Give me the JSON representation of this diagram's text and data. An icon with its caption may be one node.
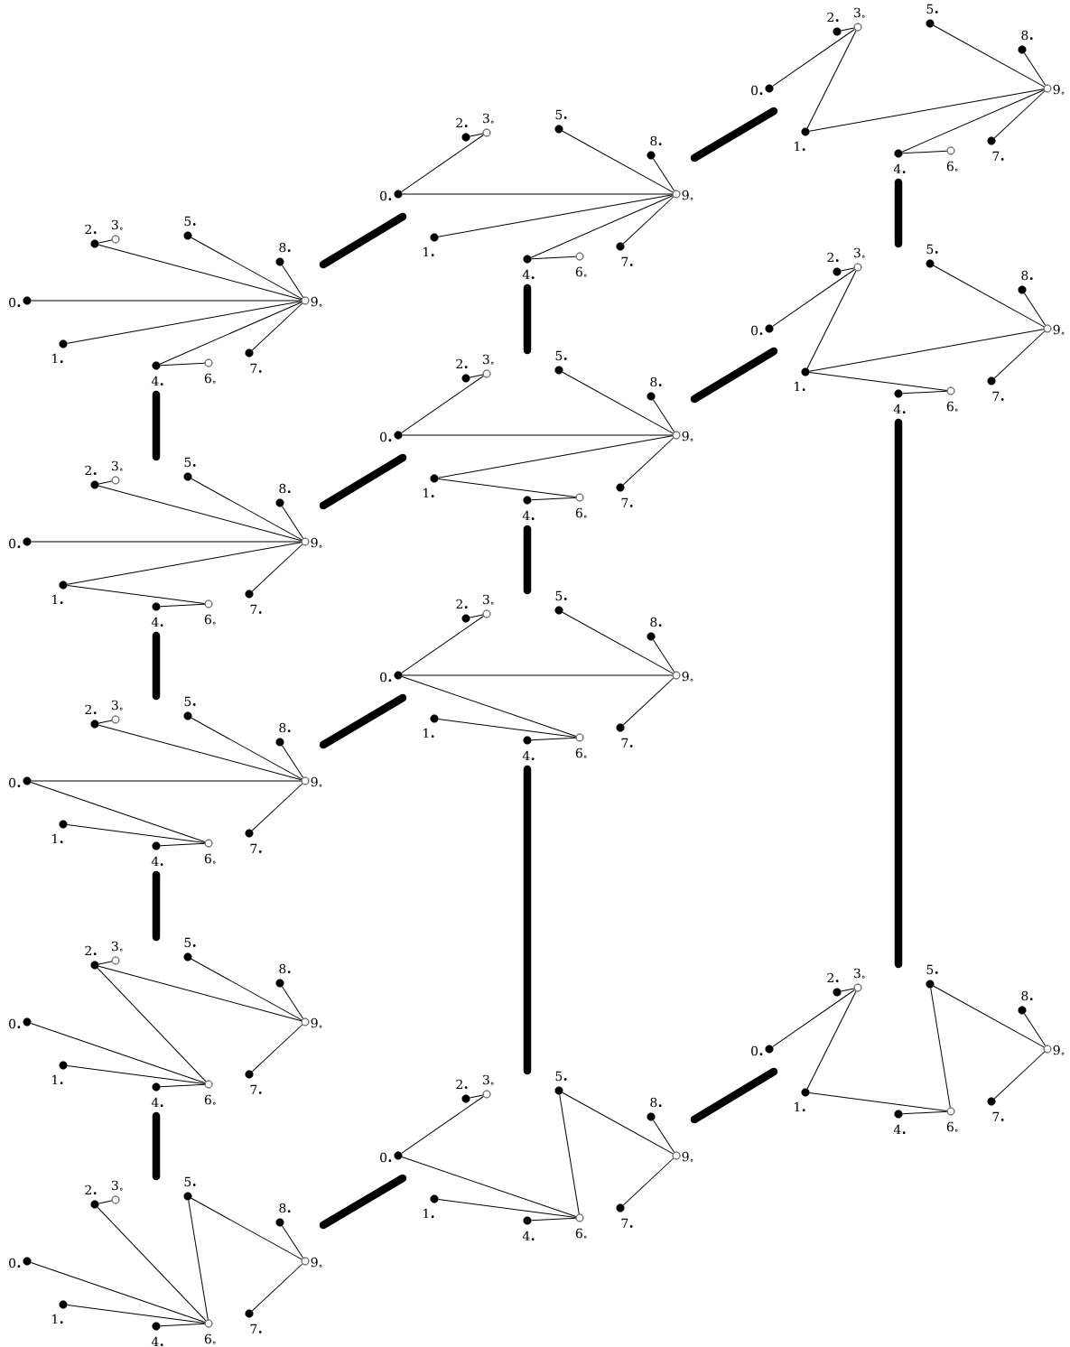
{
  "diagram": {
    "nodes": [
      {
        "text": [],
        "shape": "picture"
      },
      {
        "text": [],
        "shape": "dot",
        "beside": [
          "0$_{•}$"
        ],
        "in": 0
      },
      {
        "text": [],
        "shape": "dot",
        "beside": [
          "1$_{•}$"
        ],
        "in": 0
      },
      {
        "text": [],
        "shape": "dot",
        "beside": [
          "2$_{•}$"
        ],
        "in": 0
      },
      {
        "text": [],
        "shape": "circle",
        "beside": [
          "3$_{∘}$"
        ],
        "in": 0
      },
      {
        "text": [],
        "shape": "dot",
        "beside": [
          "4$_{•}$"
        ],
        "in": 0
      },
      {
        "text": [],
        "shape": "dot",
        "beside": [
          "5$_{•}$"
        ],
        "in": 0
      },
      {
        "text": [],
        "shape": "circle",
        "beside": [
          "6$_{∘}$"
        ],
        "in": 0
      },
      {
        "text": [],
        "shape": "dot",
        "beside": [
          "7$_{•}$"
        ],
        "in": 0
      },
      {
        "text": [],
        "shape": "dot",
        "beside": [
          "8$_{•}$"
        ],
        "in": 0
      },
      {
        "text": [],
        "shape": "circle",
        "beside": [
          "9$_{∘}$"
        ],
        "in": 0
      },
      {
        "text": [],
        "shape": "picture"
      },
      {
        "text": [],
        "shape": "dot",
        "beside": [
          "0$_{•}$"
        ],
        "in": 11
      },
      {
        "text": [],
        "shape": "dot",
        "beside": [
          "1$_{•}$"
        ],
        "in": 11
      },
      {
        "text": [],
        "shape": "dot",
        "beside": [
          "2$_{•}$"
        ],
        "in": 11
      },
      {
        "text": [],
        "shape": "circle",
        "beside": [
          "3$_{∘}$"
        ],
        "in": 11
      },
      {
        "text": [],
        "shape": "dot",
        "beside": [
          "4$_{•}$"
        ],
        "in": 11
      },
      {
        "text": [],
        "shape": "dot",
        "beside": [
          "5$_{•}$"
        ],
        "in": 11
      },
      {
        "text": [],
        "shape": "circle",
        "beside": [
          "6$_{∘}$"
        ],
        "in": 11
      },
      {
        "text": [],
        "shape": "dot",
        "beside": [
          "7$_{•}$"
        ],
        "in": 11
      },
      {
        "text": [],
        "shape": "dot",
        "beside": [
          "8$_{•}$"
        ],
        "in": 11
      },
      {
        "text": [],
        "shape": "circle",
        "beside": [
          "9$_{∘}$"
        ],
        "in": 11
      },
      {
        "text": [],
        "shape": "picture"
      },
      {
        "text": [],
        "shape": "dot",
        "beside": [
          "0$_{•}$"
        ],
        "in": 22
      },
      {
        "text": [],
        "shape": "dot",
        "beside": [
          "1$_{•}$"
        ],
        "in": 22
      },
      {
        "text": [],
        "shape": "dot",
        "beside": [
          "2$_{•}$"
        ],
        "in": 22
      },
      {
        "text": [],
        "shape": "circle",
        "beside": [
          "3$_{∘}$"
        ],
        "in": 22
      },
      {
        "text": [],
        "shape": "dot",
        "beside": [
          "4$_{•}$"
        ],
        "in": 22
      },
      {
        "text": [],
        "shape": "dot",
        "beside": [
          "5$_{•}$"
        ],
        "in": 22
      },
      {
        "text": [],
        "shape": "circle",
        "beside": [
          "6$_{∘}$"
        ],
        "in": 22
      },
      {
        "text": [],
        "shape": "dot",
        "beside": [
          "7$_{•}$"
        ],
        "in": 22
      },
      {
        "text": [],
        "shape": "dot",
        "beside": [
          "8$_{•}$"
        ],
        "in": 22
      },
      {
        "text": [],
        "shape": "circle",
        "beside": [
          "9$_{∘}$"
        ],
        "in": 22
      },
      {
        "text": [],
        "shape": "picture"
      },
      {
        "text": [],
        "shape": "dot",
        "beside": [
          "0$_{•}$"
        ],
        "in": 33
      },
      {
        "text": [],
        "shape": "dot",
        "beside": [
          "1$_{•}$"
        ],
        "in": 33
      },
      {
        "text": [],
        "shape": "dot",
        "beside": [
          "2$_{•}$"
        ],
        "in": 33
      },
      {
        "text": [],
        "shape": "circle",
        "beside": [
          "3$_{∘}$"
        ],
        "in": 33
      },
      {
        "text": [],
        "shape": "dot",
        "beside": [
          "4$_{•}$"
        ],
        "in": 33
      },
      {
        "text": [],
        "shape": "dot",
        "beside": [
          "5$_{•}$"
        ],
        "in": 33
      },
      {
        "text": [],
        "shape": "circle",
        "beside": [
          "6$_{∘}$"
        ],
        "in": 33
      },
      {
        "text": [],
        "shape": "dot",
        "beside": [
          "7$_{•}$"
        ],
        "in": 33
      },
      {
        "text": [],
        "shape": "dot",
        "beside": [
          "8$_{•}$"
        ],
        "in": 33
      },
      {
        "text": [],
        "shape": "circle",
        "beside": [
          "9$_{∘}$"
        ],
        "in": 33
      },
      {
        "text": [],
        "shape": "picture"
      },
      {
        "text": [],
        "shape": "dot",
        "beside": [
          "0$_{•}$"
        ],
        "in": 44
      },
      {
        "text": [],
        "shape": "dot",
        "beside": [
          "1$_{•}$"
        ],
        "in": 44
      },
      {
        "text": [],
        "shape": "dot",
        "beside": [
          "2$_{•}$"
        ],
        "in": 44
      },
      {
        "text": [],
        "shape": "circle",
        "beside": [
          "3$_{∘}$"
        ],
        "in": 44
      },
      {
        "text": [],
        "shape": "dot",
        "beside": [
          "4$_{•}$"
        ],
        "in": 44
      },
      {
        "text": [],
        "shape": "dot",
        "beside": [
          "5$_{•}$"
        ],
        "in": 44
      },
      {
        "text": [],
        "shape": "circle",
        "beside": [
          "6$_{∘}$"
        ],
        "in": 44
      },
      {
        "text": [],
        "shape": "dot",
        "beside": [
          "7$_{•}$"
        ],
        "in": 44
      },
      {
        "text": [],
        "shape": "dot",
        "beside": [
          "8$_{•}$"
        ],
        "in": 44
      },
      {
        "text": [],
        "shape": "circle",
        "beside": [
          "9$_{∘}$"
        ],
        "in": 44
      },
      {
        "text": [],
        "shape": "picture"
      },
      {
        "text": [],
        "shape": "dot",
        "beside": [
          "0$_{•}$"
        ],
        "in": 55
      },
      {
        "text": [],
        "shape": "dot",
        "beside": [
          "1$_{•}$"
        ],
        "in": 55
      },
      {
        "text": [],
        "shape": "dot",
        "beside": [
          "2$_{•}$"
        ],
        "in": 55
      },
      {
        "text": [],
        "shape": "circle",
        "beside": [
          "3$_{∘}$"
        ],
        "in": 55
      },
      {
        "text": [],
        "shape": "dot",
        "beside": [
          "4$_{•}$"
        ],
        "in": 55
      },
      {
        "text": [],
        "shape": "dot",
        "beside": [
          "5$_{•}$"
        ],
        "in": 55
      },
      {
        "text": [],
        "shape": "circle",
        "beside": [
          "6$_{∘}$"
        ],
        "in": 55
      },
      {
        "text": [],
        "shape": "dot",
        "beside": [
          "7$_{•}$"
        ],
        "in": 55
      },
      {
        "text": [],
        "shape": "dot",
        "beside": [
          "8$_{•}$"
        ],
        "in": 55
      },
      {
        "text": [],
        "shape": "circle",
        "beside": [
          "9$_{∘}$"
        ],
        "in": 55
      },
      {
        "text": [],
        "shape": "picture"
      },
      {
        "text": [],
        "shape": "dot",
        "beside": [
          "0$_{•}$"
        ],
        "in": 66
      },
      {
        "text": [],
        "shape": "dot",
        "beside": [
          "1$_{•}$"
        ],
        "in": 66
      },
      {
        "text": [],
        "shape": "dot",
        "beside": [
          "2$_{•}$"
        ],
        "in": 66
      },
      {
        "text": [],
        "shape": "circle",
        "beside": [
          "3$_{∘}$"
        ],
        "in": 66
      },
      {
        "text": [],
        "shape": "dot",
        "beside": [
          "4$_{•}$"
        ],
        "in": 66
      },
      {
        "text": [],
        "shape": "dot",
        "beside": [
          "5$_{•}$"
        ],
        "in": 66
      },
      {
        "text": [],
        "shape": "circle",
        "beside": [
          "6$_{∘}$"
        ],
        "in": 66
      },
      {
        "text": [],
        "shape": "dot",
        "beside": [
          "7$_{•}$"
        ],
        "in": 66
      },
      {
        "text": [],
        "shape": "dot",
        "beside": [
          "8$_{•}$"
        ],
        "in": 66
      },
      {
        "text": [],
        "shape": "circle",
        "beside": [
          "9$_{∘}$"
        ],
        "in": 66
      },
      {
        "text": [],
        "shape": "picture"
      },
      {
        "text": [],
        "shape": "dot",
        "beside": [
          "0$_{•}$"
        ],
        "in": 77
      },
      {
        "text": [],
        "shape": "dot",
        "beside": [
          "1$_{•}$"
        ],
        "in": 77
      },
      {
        "text": [],
        "shape": "dot",
        "beside": [
          "2$_{•}$"
        ],
        "in": 77
      },
      {
        "text": [],
        "shape": "circle",
        "beside": [
          "3$_{∘}$"
        ],
        "in": 77
      },
      {
        "text": [],
        "shape": "dot",
        "beside": [
          "4$_{•}$"
        ],
        "in": 77
      },
      {
        "text": [],
        "shape": "dot",
        "beside": [
          "5$_{•}$"
        ],
        "in": 77
      },
      {
        "text": [],
        "shape": "circle",
        "beside": [
          "6$_{∘}$"
        ],
        "in": 77
      },
      {
        "text": [],
        "shape": "dot",
        "beside": [
          "7$_{•}$"
        ],
        "in": 77
      },
      {
        "text": [],
        "shape": "dot",
        "beside": [
          "8$_{•}$"
        ],
        "in": 77
      },
      {
        "text": [],
        "shape": "circle",
        "beside": [
          "9$_{∘}$"
        ],
        "in": 77
      },
      {
        "text": [],
        "shape": "picture"
      },
      {
        "text": [],
        "shape": "dot",
        "beside": [
          "0$_{•}$"
        ],
        "in": 88
      },
      {
        "text": [],
        "shape": "dot",
        "beside": [
          "1$_{•}$"
        ],
        "in": 88
      },
      {
        "text": [],
        "shape": "dot",
        "beside": [
          "2$_{•}$"
        ],
        "in": 88
      },
      {
        "text": [],
        "shape": "circle",
        "beside": [
          "3$_{∘}$"
        ],
        "in": 88
      },
      {
        "text": [],
        "shape": "dot",
        "beside": [
          "4$_{•}$"
        ],
        "in": 88
      },
      {
        "text": [],
        "shape": "dot",
        "beside": [
          "5$_{•}$"
        ],
        "in": 88
      },
      {
        "text": [],
        "shape": "circle",
        "beside": [
          "6$_{∘}$"
        ],
        "in": 88
      },
      {
        "text": [],
        "shape": "dot",
        "beside": [
          "7$_{•}$"
        ],
        "in": 88
      },
      {
        "text": [],
        "shape": "dot",
        "beside": [
          "8$_{•}$"
        ],
        "in": 88
      },
      {
        "text": [],
        "shape": "circle",
        "beside": [
          "9$_{∘}$"
        ],
        "in": 88
      },
      {
        "text": [],
        "shape": "picture"
      },
      {
        "text": [],
        "shape": "dot",
        "beside": [
          "0$_{•}$"
        ],
        "in": 99
      },
      {
        "text": [],
        "shape": "dot",
        "beside": [
          "1$_{•}$"
        ],
        "in": 99
      },
      {
        "text": [],
        "shape": "dot",
        "beside": [
          "2$_{•}$"
        ],
        "in": 99
      },
      {
        "text": [],
        "shape": "circle",
        "beside": [
          "3$_{∘}$"
        ],
        "in": 99
      },
      {
        "text": [],
        "shape": "dot",
        "beside": [
          "4$_{•}$"
        ],
        "in": 99
      },
      {
        "text": [],
        "shape": "dot",
        "beside": [
          "5$_{•}$"
        ],
        "in": 99
      },
      {
        "text": [],
        "shape": "circle",
        "beside": [
          "6$_{∘}$"
        ],
        "in": 99
      },
      {
        "text": [],
        "shape": "dot",
        "beside": [
          "7$_{•}$"
        ],
        "in": 99
      },
      {
        "text": [],
        "shape": "dot",
        "beside": [
          "8$_{•}$"
        ],
        "in": 99
      },
      {
        "text": [],
        "shape": "circle",
        "beside": [
          "9$_{∘}$"
        ],
        "in": 99
      },
      {
        "text": [],
        "shape": "picture"
      },
      {
        "text": [],
        "shape": "dot",
        "beside": [
          "0$_{•}$"
        ],
        "in": 110
      },
      {
        "text": [],
        "shape": "dot",
        "beside": [
          "1$_{•}$"
        ],
        "in": 110
      },
      {
        "text": [],
        "shape": "dot",
        "beside": [
          "2$_{•}$"
        ],
        "in": 110
      },
      {
        "text": [],
        "shape": "circle",
        "beside": [
          "3$_{∘}$"
        ],
        "in": 110
      },
      {
        "text": [],
        "shape": "dot",
        "beside": [
          "4$_{•}$"
        ],
        "in": 110
      },
      {
        "text": [],
        "shape": "dot",
        "beside": [
          "5$_{•}$"
        ],
        "in": 110
      },
      {
        "text": [],
        "shape": "circle",
        "beside": [
          "6$_{∘}$"
        ],
        "in": 110
      },
      {
        "text": [],
        "shape": "dot",
        "beside": [
          "7$_{•}$"
        ],
        "in": 110
      },
      {
        "text": [],
        "shape": "dot",
        "beside": [
          "8$_{•}$"
        ],
        "in": 110
      },
      {
        "text": [],
        "shape": "circle",
        "beside": [
          "9$_{∘}$"
        ],
        "in": 110
      },
      {
        "text": [],
        "shape": "picture"
      },
      {
        "text": [],
        "shape": "dot",
        "beside": [
          "0$_{•}$"
        ],
        "in": 121
      },
      {
        "text": [],
        "shape": "dot",
        "beside": [
          "1$_{•}$"
        ],
        "in": 121
      },
      {
        "text": [],
        "shape": "dot",
        "beside": [
          "2$_{•}$"
        ],
        "in": 121
      },
      {
        "text": [],
        "shape": "circle",
        "beside": [
          "3$_{∘}$"
        ],
        "in": 121
      },
      {
        "text": [],
        "shape": "dot",
        "beside": [
          "4$_{•}$"
        ],
        "in": 121
      },
      {
        "text": [],
        "shape": "dot",
        "beside": [
          "5$_{•}$"
        ],
        "in": 121
      },
      {
        "text": [],
        "shape": "circle",
        "beside": [
          "6$_{∘}$"
        ],
        "in": 121
      },
      {
        "text": [],
        "shape": "dot",
        "beside": [
          "7$_{•}$"
        ],
        "in": 121
      },
      {
        "text": [],
        "shape": "dot",
        "beside": [
          "8$_{•}$"
        ],
        "in": 121
      },
      {
        "text": [],
        "shape": "circle",
        "beside": [
          "9$_{∘}$"
        ],
        "in": 121
      }
    ],
    "edges": [
      {
        "from": 3,
        "to": 4,
        "arrow": "none"
      },
      {
        "from": 3,
        "to": 10,
        "arrow": "none"
      },
      {
        "from": 6,
        "to": 10,
        "arrow": "none"
      },
      {
        "from": 9,
        "to": 10,
        "arrow": "none"
      },
      {
        "from": 1,
        "to": 10,
        "arrow": "none"
      },
      {
        "from": 2,
        "to": 10,
        "arrow": "none"
      },
      {
        "from": 5,
        "to": 10,
        "arrow": "none"
      },
      {
        "from": 5,
        "to": 7,
        "arrow": "none"
      },
      {
        "from": 8,
        "to": 10,
        "arrow": "none"
      },
      {
        "from": 14,
        "to": 15,
        "arrow": "none"
      },
      {
        "from": 14,
        "to": 21,
        "arrow": "none"
      },
      {
        "from": 17,
        "to": 21,
        "arrow": "none"
      },
      {
        "from": 20,
        "to": 21,
        "arrow": "none"
      },
      {
        "from": 12,
        "to": 21,
        "arrow": "none"
      },
      {
        "from": 13,
        "to": 21,
        "arrow": "none"
      },
      {
        "from": 13,
        "to": 18,
        "arrow": "none"
      },
      {
        "from": 16,
        "to": 18,
        "arrow": "none"
      },
      {
        "from": 19,
        "to": 21,
        "arrow": "none"
      },
      {
        "from": 25,
        "to": 26,
        "arrow": "none"
      },
      {
        "from": 25,
        "to": 32,
        "arrow": "none"
      },
      {
        "from": 28,
        "to": 32,
        "arrow": "none"
      },
      {
        "from": 31,
        "to": 32,
        "arrow": "none"
      },
      {
        "from": 23,
        "to": 32,
        "arrow": "none"
      },
      {
        "from": 23,
        "to": 29,
        "arrow": "none"
      },
      {
        "from": 24,
        "to": 29,
        "arrow": "none"
      },
      {
        "from": 27,
        "to": 29,
        "arrow": "none"
      },
      {
        "from": 30,
        "to": 32,
        "arrow": "none"
      },
      {
        "from": 36,
        "to": 37,
        "arrow": "none"
      },
      {
        "from": 36,
        "to": 43,
        "arrow": "none"
      },
      {
        "from": 36,
        "to": 40,
        "arrow": "none"
      },
      {
        "from": 39,
        "to": 43,
        "arrow": "none"
      },
      {
        "from": 42,
        "to": 43,
        "arrow": "none"
      },
      {
        "from": 34,
        "to": 40,
        "arrow": "none"
      },
      {
        "from": 35,
        "to": 40,
        "arrow": "none"
      },
      {
        "from": 38,
        "to": 40,
        "arrow": "none"
      },
      {
        "from": 41,
        "to": 43,
        "arrow": "none"
      },
      {
        "from": 47,
        "to": 48,
        "arrow": "none"
      },
      {
        "from": 47,
        "to": 51,
        "arrow": "none"
      },
      {
        "from": 50,
        "to": 51,
        "arrow": "none"
      },
      {
        "from": 50,
        "to": 54,
        "arrow": "none"
      },
      {
        "from": 53,
        "to": 54,
        "arrow": "none"
      },
      {
        "from": 45,
        "to": 51,
        "arrow": "none"
      },
      {
        "from": 46,
        "to": 51,
        "arrow": "none"
      },
      {
        "from": 49,
        "to": 51,
        "arrow": "none"
      },
      {
        "from": 52,
        "to": 54,
        "arrow": "none"
      },
      {
        "from": 58,
        "to": 59,
        "arrow": "none"
      },
      {
        "from": 56,
        "to": 59,
        "arrow": "none"
      },
      {
        "from": 56,
        "to": 65,
        "arrow": "none"
      },
      {
        "from": 57,
        "to": 65,
        "arrow": "none"
      },
      {
        "from": 60,
        "to": 65,
        "arrow": "none"
      },
      {
        "from": 60,
        "to": 62,
        "arrow": "none"
      },
      {
        "from": 61,
        "to": 65,
        "arrow": "none"
      },
      {
        "from": 64,
        "to": 65,
        "arrow": "none"
      },
      {
        "from": 63,
        "to": 65,
        "arrow": "none"
      },
      {
        "from": 69,
        "to": 70,
        "arrow": "none"
      },
      {
        "from": 67,
        "to": 70,
        "arrow": "none"
      },
      {
        "from": 67,
        "to": 76,
        "arrow": "none"
      },
      {
        "from": 68,
        "to": 76,
        "arrow": "none"
      },
      {
        "from": 68,
        "to": 73,
        "arrow": "none"
      },
      {
        "from": 71,
        "to": 73,
        "arrow": "none"
      },
      {
        "from": 72,
        "to": 76,
        "arrow": "none"
      },
      {
        "from": 75,
        "to": 76,
        "arrow": "none"
      },
      {
        "from": 74,
        "to": 76,
        "arrow": "none"
      },
      {
        "from": 80,
        "to": 81,
        "arrow": "none"
      },
      {
        "from": 78,
        "to": 81,
        "arrow": "none"
      },
      {
        "from": 78,
        "to": 87,
        "arrow": "none"
      },
      {
        "from": 78,
        "to": 84,
        "arrow": "none"
      },
      {
        "from": 79,
        "to": 84,
        "arrow": "none"
      },
      {
        "from": 82,
        "to": 84,
        "arrow": "none"
      },
      {
        "from": 83,
        "to": 87,
        "arrow": "none"
      },
      {
        "from": 86,
        "to": 87,
        "arrow": "none"
      },
      {
        "from": 85,
        "to": 87,
        "arrow": "none"
      },
      {
        "from": 91,
        "to": 92,
        "arrow": "none"
      },
      {
        "from": 89,
        "to": 92,
        "arrow": "none"
      },
      {
        "from": 89,
        "to": 95,
        "arrow": "none"
      },
      {
        "from": 94,
        "to": 95,
        "arrow": "none"
      },
      {
        "from": 94,
        "to": 98,
        "arrow": "none"
      },
      {
        "from": 97,
        "to": 98,
        "arrow": "none"
      },
      {
        "from": 90,
        "to": 95,
        "arrow": "none"
      },
      {
        "from": 93,
        "to": 95,
        "arrow": "none"
      },
      {
        "from": 96,
        "to": 98,
        "arrow": "none"
      },
      {
        "from": 102,
        "to": 103,
        "arrow": "none"
      },
      {
        "from": 100,
        "to": 103,
        "arrow": "none"
      },
      {
        "from": 101,
        "to": 103,
        "arrow": "none"
      },
      {
        "from": 101,
        "to": 109,
        "arrow": "none"
      },
      {
        "from": 104,
        "to": 109,
        "arrow": "none"
      },
      {
        "from": 104,
        "to": 106,
        "arrow": "none"
      },
      {
        "from": 105,
        "to": 109,
        "arrow": "none"
      },
      {
        "from": 108,
        "to": 109,
        "arrow": "none"
      },
      {
        "from": 107,
        "to": 109,
        "arrow": "none"
      },
      {
        "from": 113,
        "to": 114,
        "arrow": "none"
      },
      {
        "from": 111,
        "to": 114,
        "arrow": "none"
      },
      {
        "from": 112,
        "to": 114,
        "arrow": "none"
      },
      {
        "from": 112,
        "to": 120,
        "arrow": "none"
      },
      {
        "from": 112,
        "to": 117,
        "arrow": "none"
      },
      {
        "from": 115,
        "to": 117,
        "arrow": "none"
      },
      {
        "from": 116,
        "to": 120,
        "arrow": "none"
      },
      {
        "from": 119,
        "to": 120,
        "arrow": "none"
      },
      {
        "from": 118,
        "to": 120,
        "arrow": "none"
      },
      {
        "from": 124,
        "to": 125,
        "arrow": "none"
      },
      {
        "from": 122,
        "to": 125,
        "arrow": "none"
      },
      {
        "from": 123,
        "to": 125,
        "arrow": "none"
      },
      {
        "from": 123,
        "to": 128,
        "arrow": "none"
      },
      {
        "from": 126,
        "to": 128,
        "arrow": "none"
      },
      {
        "from": 127,
        "to": 128,
        "arrow": "none"
      },
      {
        "from": 127,
        "to": 131,
        "arrow": "none"
      },
      {
        "from": 130,
        "to": 131,
        "arrow": "none"
      },
      {
        "from": 129,
        "to": 131,
        "arrow": "none"
      },
      {
        "from": 0,
        "to": 11,
        "arrow": "none",
        "style": "thick"
      },
      {
        "from": 11,
        "to": 22,
        "arrow": "none",
        "style": "thick"
      },
      {
        "from": 22,
        "to": 33,
        "arrow": "none",
        "style": "thick"
      },
      {
        "from": 33,
        "to": 44,
        "arrow": "none",
        "style": "thick"
      },
      {
        "from": 0,
        "to": 55,
        "arrow": "none",
        "style": "thick"
      },
      {
        "from": 11,
        "to": 66,
        "arrow": "none",
        "style": "thick"
      },
      {
        "from": 22,
        "to": 77,
        "arrow": "none",
        "style": "thick"
      },
      {
        "from": 44,
        "to": 88,
        "arrow": "none",
        "style": "thick"
      },
      {
        "from": 55,
        "to": 66,
        "arrow": "none",
        "style": "thick"
      },
      {
        "from": 66,
        "to": 77,
        "arrow": "none",
        "style": "thick"
      },
      {
        "from": 77,
        "to": 88,
        "arrow": "none",
        "style": "thick"
      },
      {
        "from": 55,
        "to": 99,
        "arrow": "none",
        "style": "thick"
      },
      {
        "from": 66,
        "to": 110,
        "arrow": "none",
        "style": "thick"
      },
      {
        "from": 88,
        "to": 121,
        "arrow": "none",
        "style": "thick"
      },
      {
        "from": 99,
        "to": 110,
        "arrow": "none",
        "style": "thick"
      },
      {
        "from": 110,
        "to": 121,
        "arrow": "none",
        "style": "thick"
      }
    ]
  }
}
